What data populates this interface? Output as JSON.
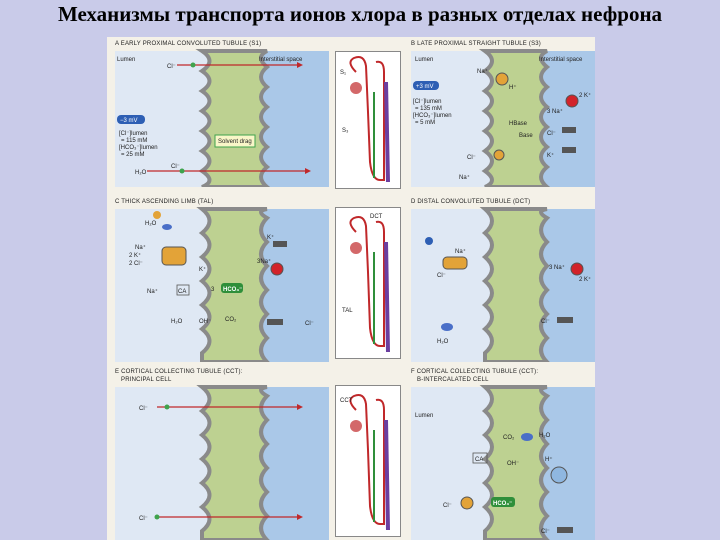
{
  "title": "Механизмы транспорта ионов хлора в разных отделах нефрона",
  "panels": {
    "a": {
      "heading": "A  EARLY PROXIMAL CONVOLUTED TUBULE (S1)",
      "lumen": "Lumen",
      "interstitial": "Interstitial space",
      "potential": "−3 mV",
      "cl_lumen": "[Cl⁻]lumen",
      "cl_lumen_val": "= 115 mM",
      "hco3_lumen": "[HCO₃⁻]lumen",
      "hco3_lumen_val": "= 25 mM",
      "solvent_drag": "Solvent drag",
      "cl": "Cl⁻",
      "h2o": "H₂O"
    },
    "b": {
      "heading": "B  LATE PROXIMAL STRAIGHT TUBULE (S3)",
      "lumen": "Lumen",
      "interstitial": "Interstitial space",
      "potential": "+3 mV",
      "cl_lumen": "[Cl⁻]lumen",
      "cl_lumen_val": "= 135 mM",
      "hco3_lumen": "[HCO₃⁻]lumen",
      "hco3_lumen_val": "= 5 mM",
      "na": "Na⁺",
      "h": "H⁺",
      "hbase": "HBase",
      "base": "Base",
      "three_na": "3 Na⁺",
      "two_k": "2 K⁺",
      "cl": "Cl⁻",
      "k": "K⁺"
    },
    "c": {
      "heading": "C  THICK ASCENDING LIMB (TAL)",
      "h2o": "H₂O",
      "na": "Na⁺",
      "two_k": "2 K⁺",
      "two_cl": "2 Cl⁻",
      "k": "K⁺",
      "three_na": "3Na⁺",
      "ca": "CA",
      "three": "3",
      "hco3": "HCO₃⁻",
      "oh": "OH⁻",
      "co2": "CO₂",
      "cl": "Cl⁻"
    },
    "d": {
      "heading": "D  DISTAL CONVOLUTED TUBULE (DCT)",
      "na": "Na⁺",
      "cl": "Cl⁻",
      "three_na": "3 Na⁺",
      "two_k": "2 K⁺",
      "h2o": "H₂O"
    },
    "e": {
      "heading_1": "E  CORTICAL COLLECTING TUBULE (CCT):",
      "heading_2": "PRINCIPAL CELL",
      "cl": "Cl⁻"
    },
    "f": {
      "heading_1": "F  CORTICAL COLLECTING TUBULE (CCT):",
      "heading_2": "β-INTERCALATED CELL",
      "lumen": "Lumen",
      "co2": "CO₂",
      "h2o": "H₂O",
      "ca": "CA",
      "oh": "OH⁻",
      "h": "H⁺",
      "hco3": "HCO₃⁻",
      "cl": "Cl⁻"
    },
    "nephron_top": {
      "s1": "S₁",
      "s3": "S₃"
    },
    "nephron_mid": {
      "dct": "DCT",
      "tal": "TAL"
    },
    "nephron_bot": {
      "cct": "CCT"
    }
  },
  "colors": {
    "slide_bg": "#c9cbe9",
    "sheet": "#f4f1e8",
    "lumen": "#dfe8f4",
    "interstitial": "#aac8e8",
    "cell": "#bdd191",
    "membrane": "#8a8a8a",
    "arrow": "#c0282a",
    "potential_badge": "#2e5fb4",
    "cl_dot": "#3fa34d",
    "na_dot": "#d2232a",
    "hco3_box": "#2f8f3a",
    "nephron": "#6b3fa0"
  },
  "icons": [
    "transporter-icon",
    "channel-icon",
    "water-molecule-icon",
    "nephron-icon"
  ]
}
